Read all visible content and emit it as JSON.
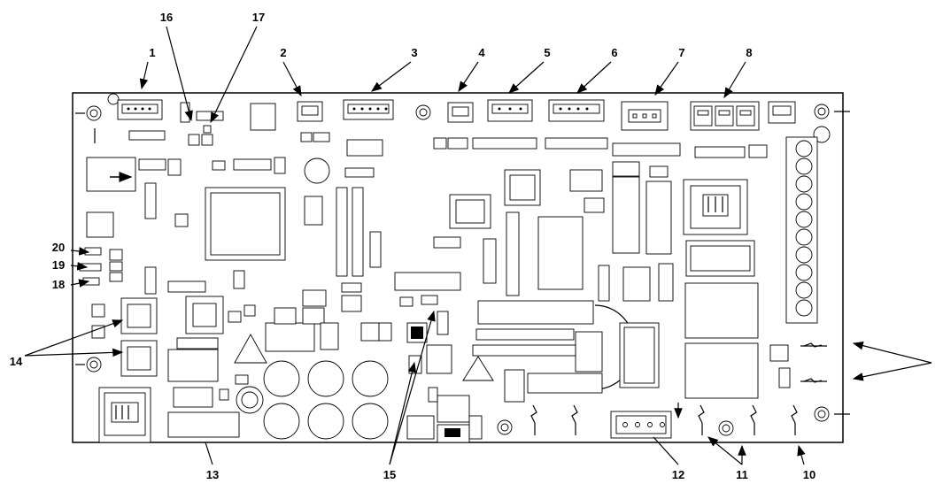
{
  "callouts": {
    "c1": "1",
    "c2": "2",
    "c3": "3",
    "c4": "4",
    "c5": "5",
    "c6": "6",
    "c7": "7",
    "c8": "8",
    "c10": "10",
    "c11": "11",
    "c12": "12",
    "c13": "13",
    "c14": "14",
    "c15": "15",
    "c16": "16",
    "c17": "17",
    "c18": "18",
    "c19": "19",
    "c20": "20"
  }
}
